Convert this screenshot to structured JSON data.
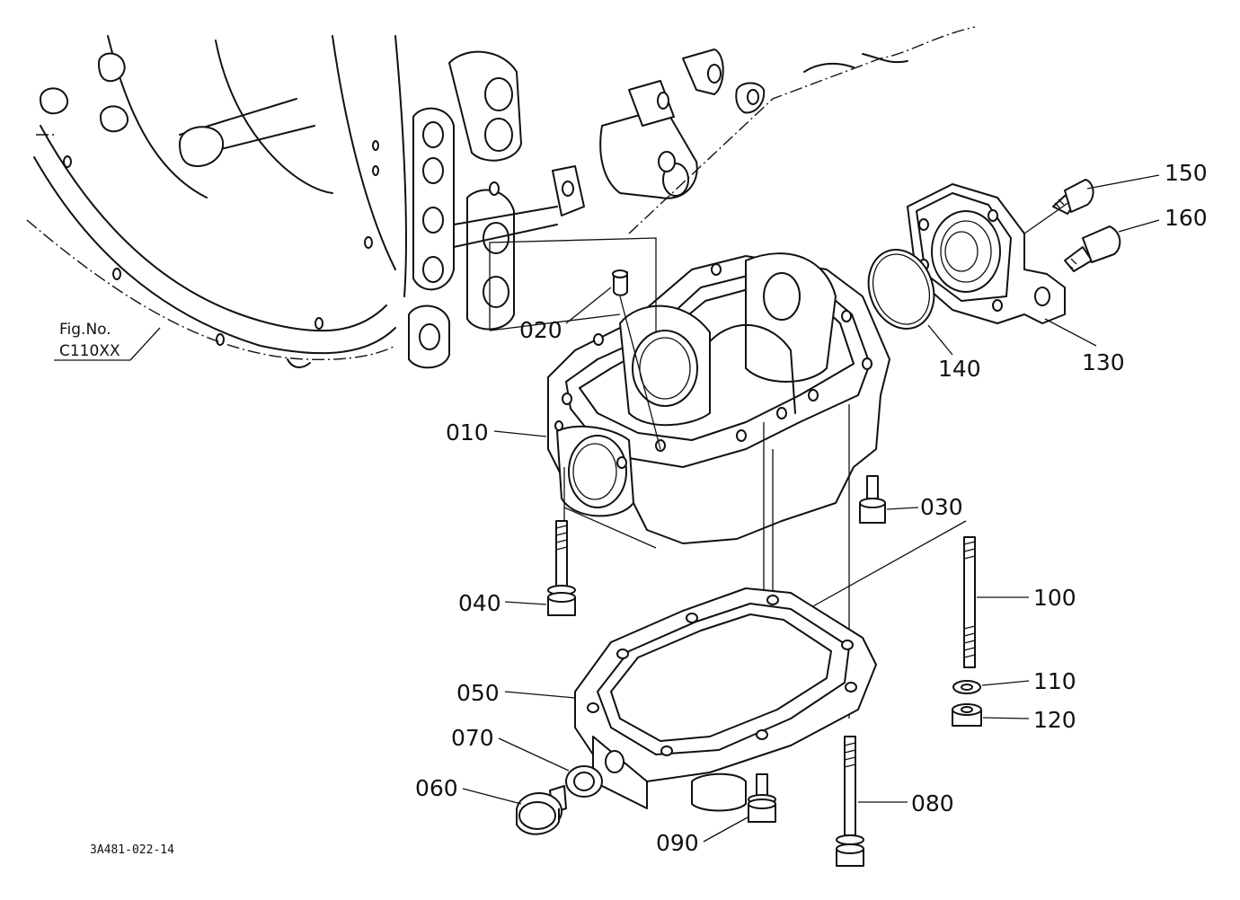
{
  "figure_ref": {
    "line1": "Fig.No.",
    "line2": "C110XX"
  },
  "drawing_code": "3A481-022-14",
  "callouts": {
    "p010": "010",
    "p020": "020",
    "p030": "030",
    "p040": "040",
    "p050": "050",
    "p060": "060",
    "p070": "070",
    "p080": "080",
    "p090": "090",
    "p100": "100",
    "p110": "110",
    "p120": "120",
    "p130": "130",
    "p140": "140",
    "p150": "150",
    "p160": "160"
  }
}
